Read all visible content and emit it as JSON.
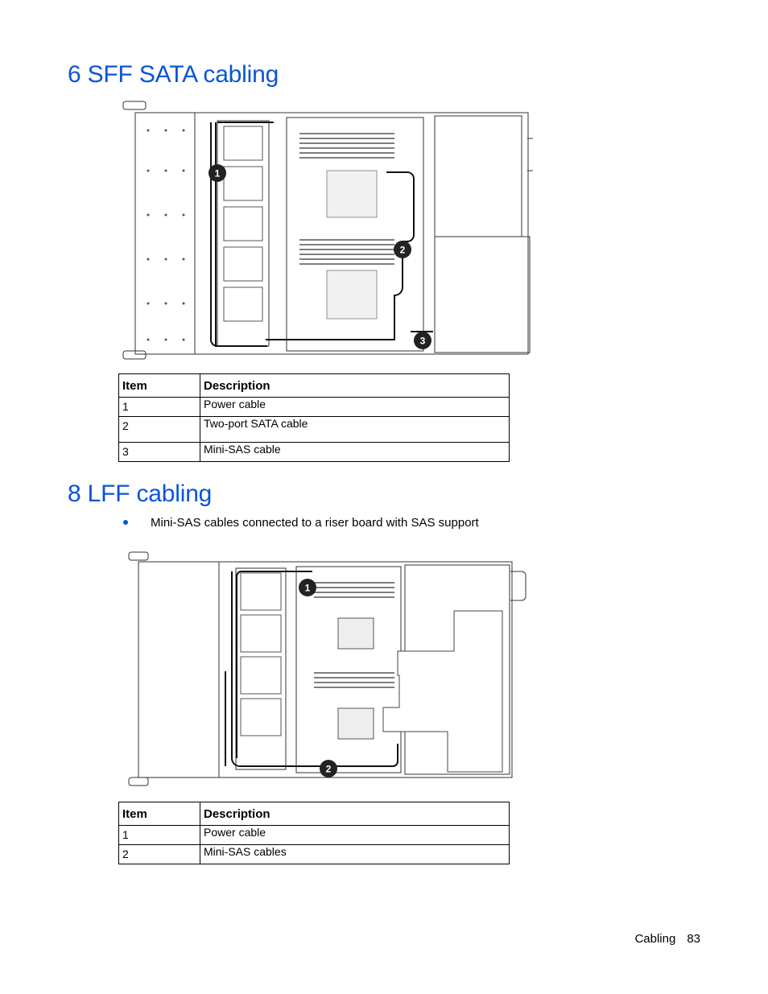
{
  "section1": {
    "title": "6 SFF SATA cabling",
    "callouts": [
      "1",
      "2",
      "3"
    ],
    "table": {
      "headers": [
        "Item",
        "Description"
      ],
      "rows": [
        {
          "item": "1",
          "description": "Power cable"
        },
        {
          "item": "2",
          "description": "Two-port SATA cable"
        },
        {
          "item": "3",
          "description": "Mini-SAS cable"
        }
      ]
    }
  },
  "section2": {
    "title": "8 LFF cabling",
    "bullet": "Mini-SAS cables connected to a riser board with SAS support",
    "callouts": [
      "1",
      "2"
    ],
    "table": {
      "headers": [
        "Item",
        "Description"
      ],
      "rows": [
        {
          "item": "1",
          "description": "Power cable"
        },
        {
          "item": "2",
          "description": "Mini-SAS cables"
        }
      ]
    }
  },
  "footer": {
    "section": "Cabling",
    "page": "83"
  },
  "colors": {
    "heading": "#0a55d6",
    "callout": "#222222"
  }
}
